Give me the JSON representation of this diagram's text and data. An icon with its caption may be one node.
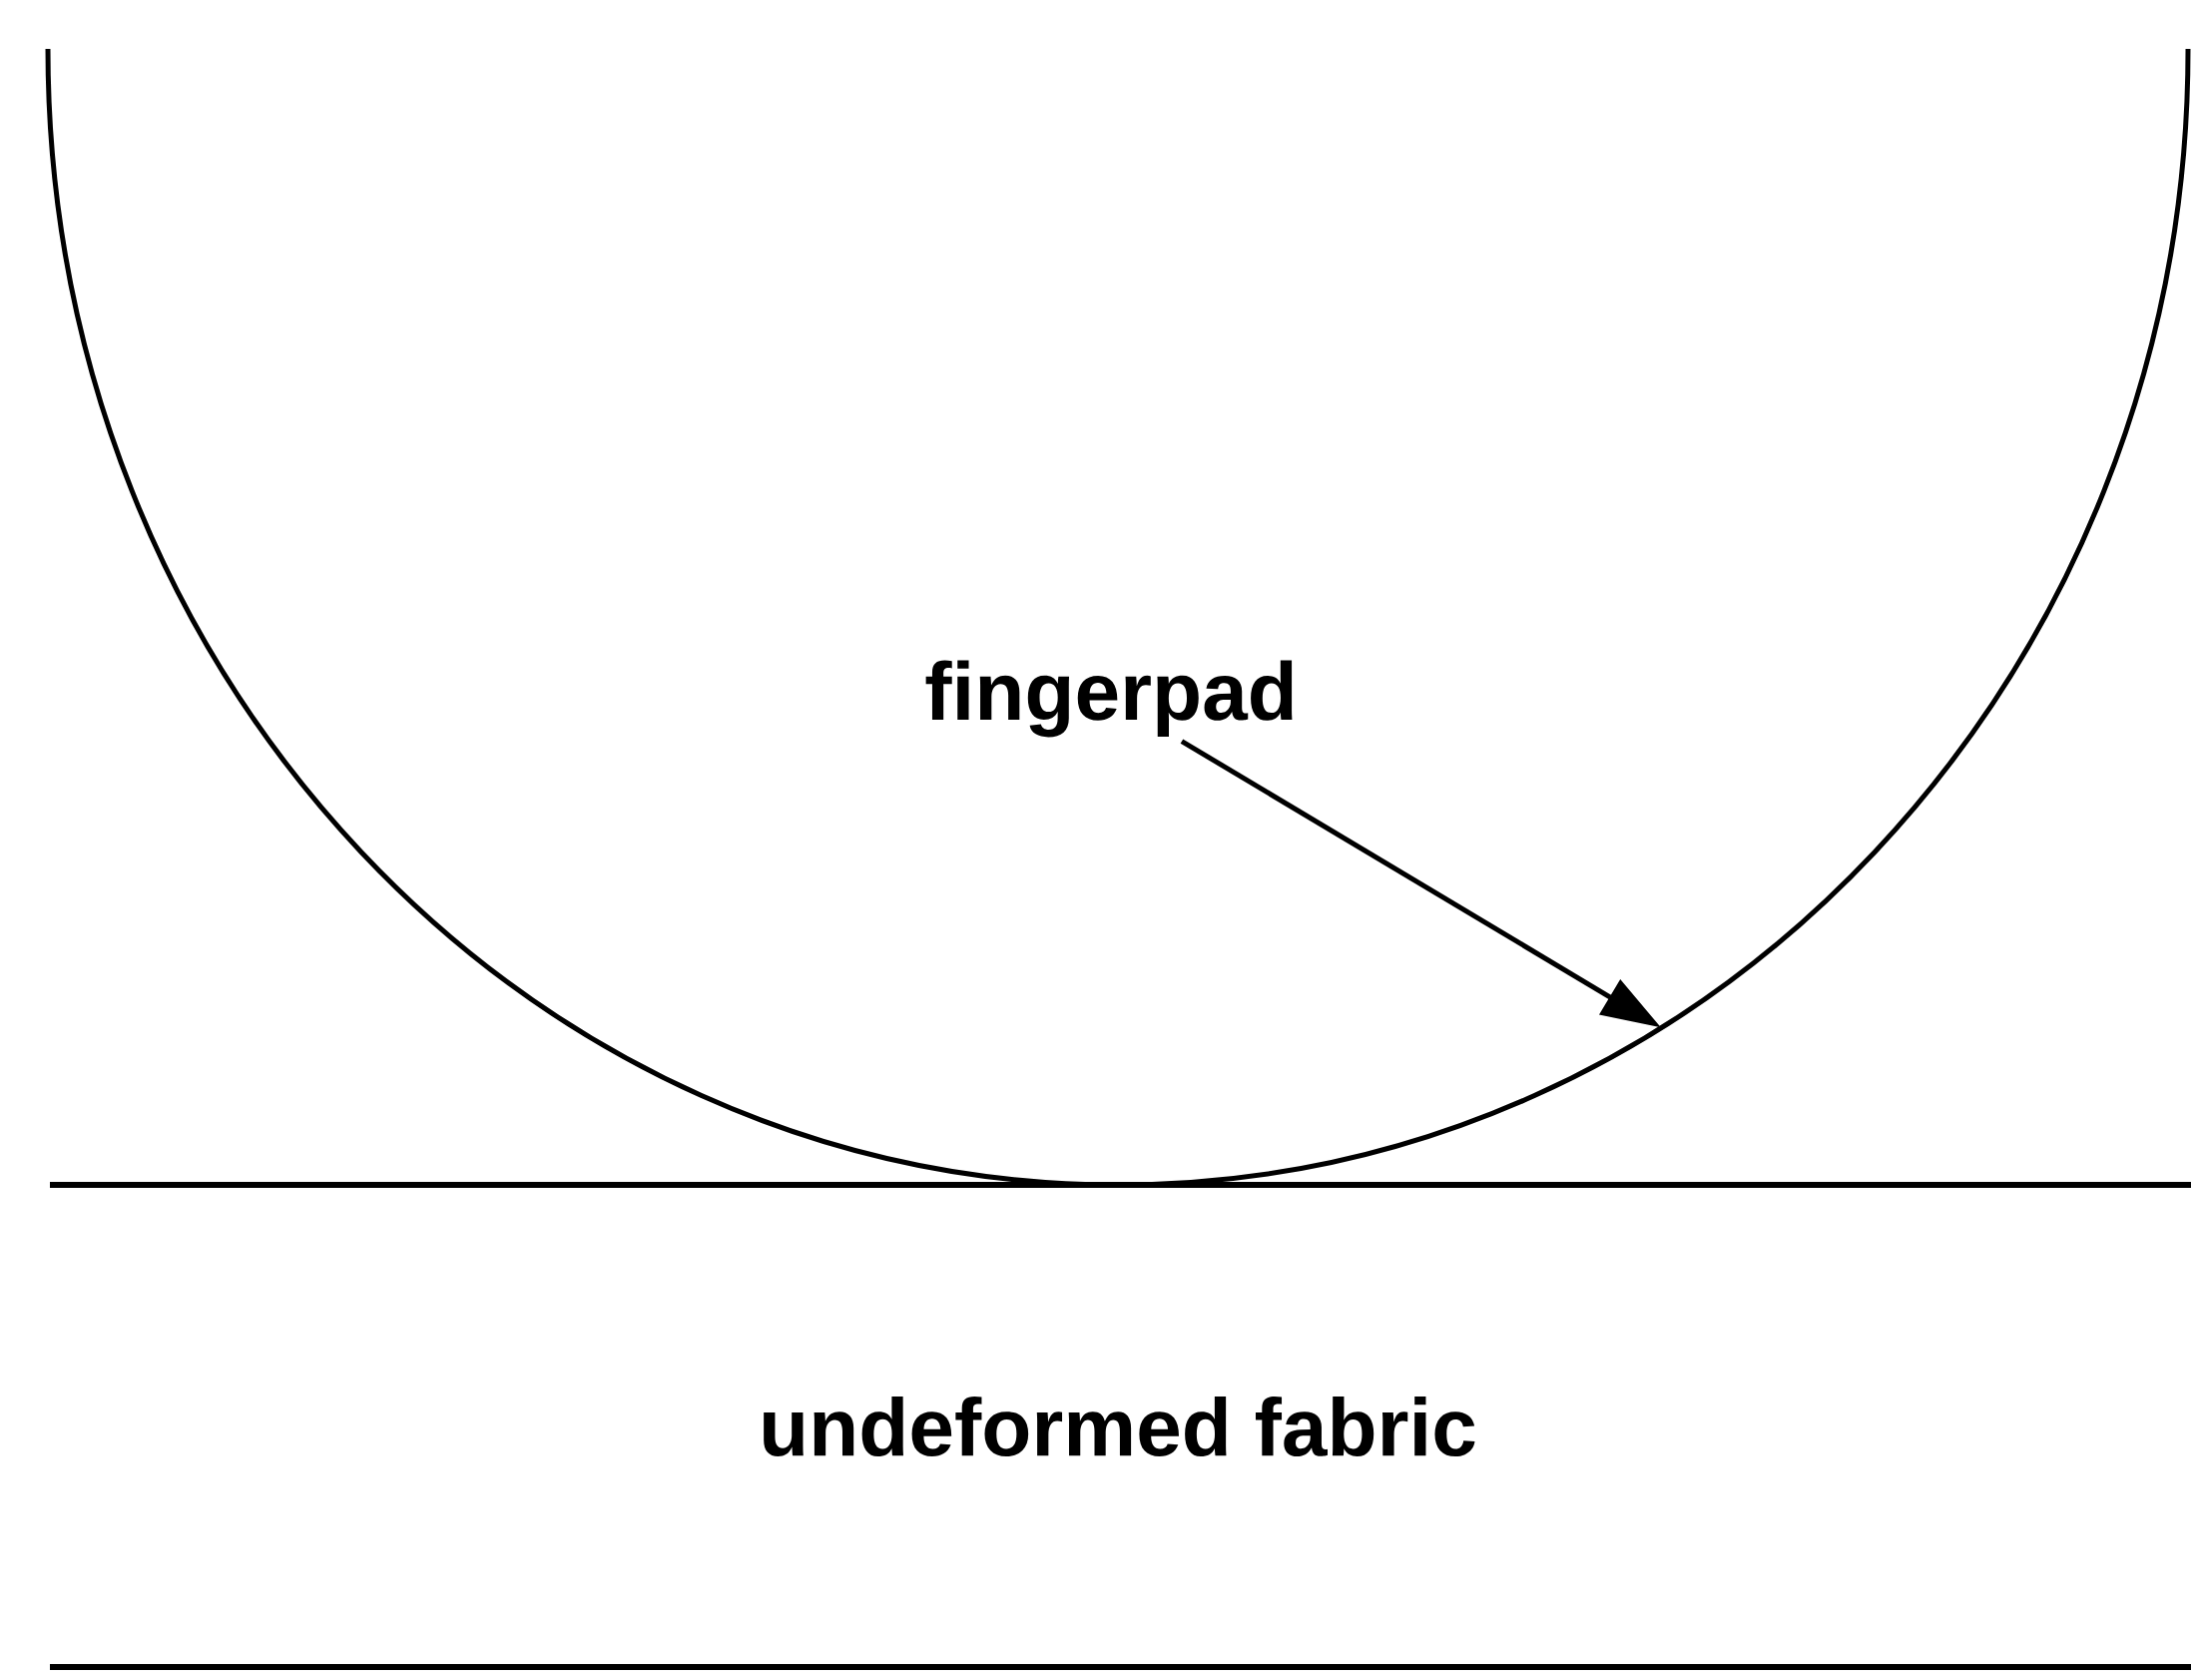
{
  "diagram": {
    "nodes": [
      {
        "text": [],
        "shape": "picture"
      },
      {
        "text": [
          "fingerpad"
        ],
        "in": 0
      },
      {
        "text": [
          "undeformed fabric"
        ]
      }
    ],
    "edges": [
      {
        "from": 1,
        "to": 0,
        "arrow": "to"
      }
    ]
  }
}
